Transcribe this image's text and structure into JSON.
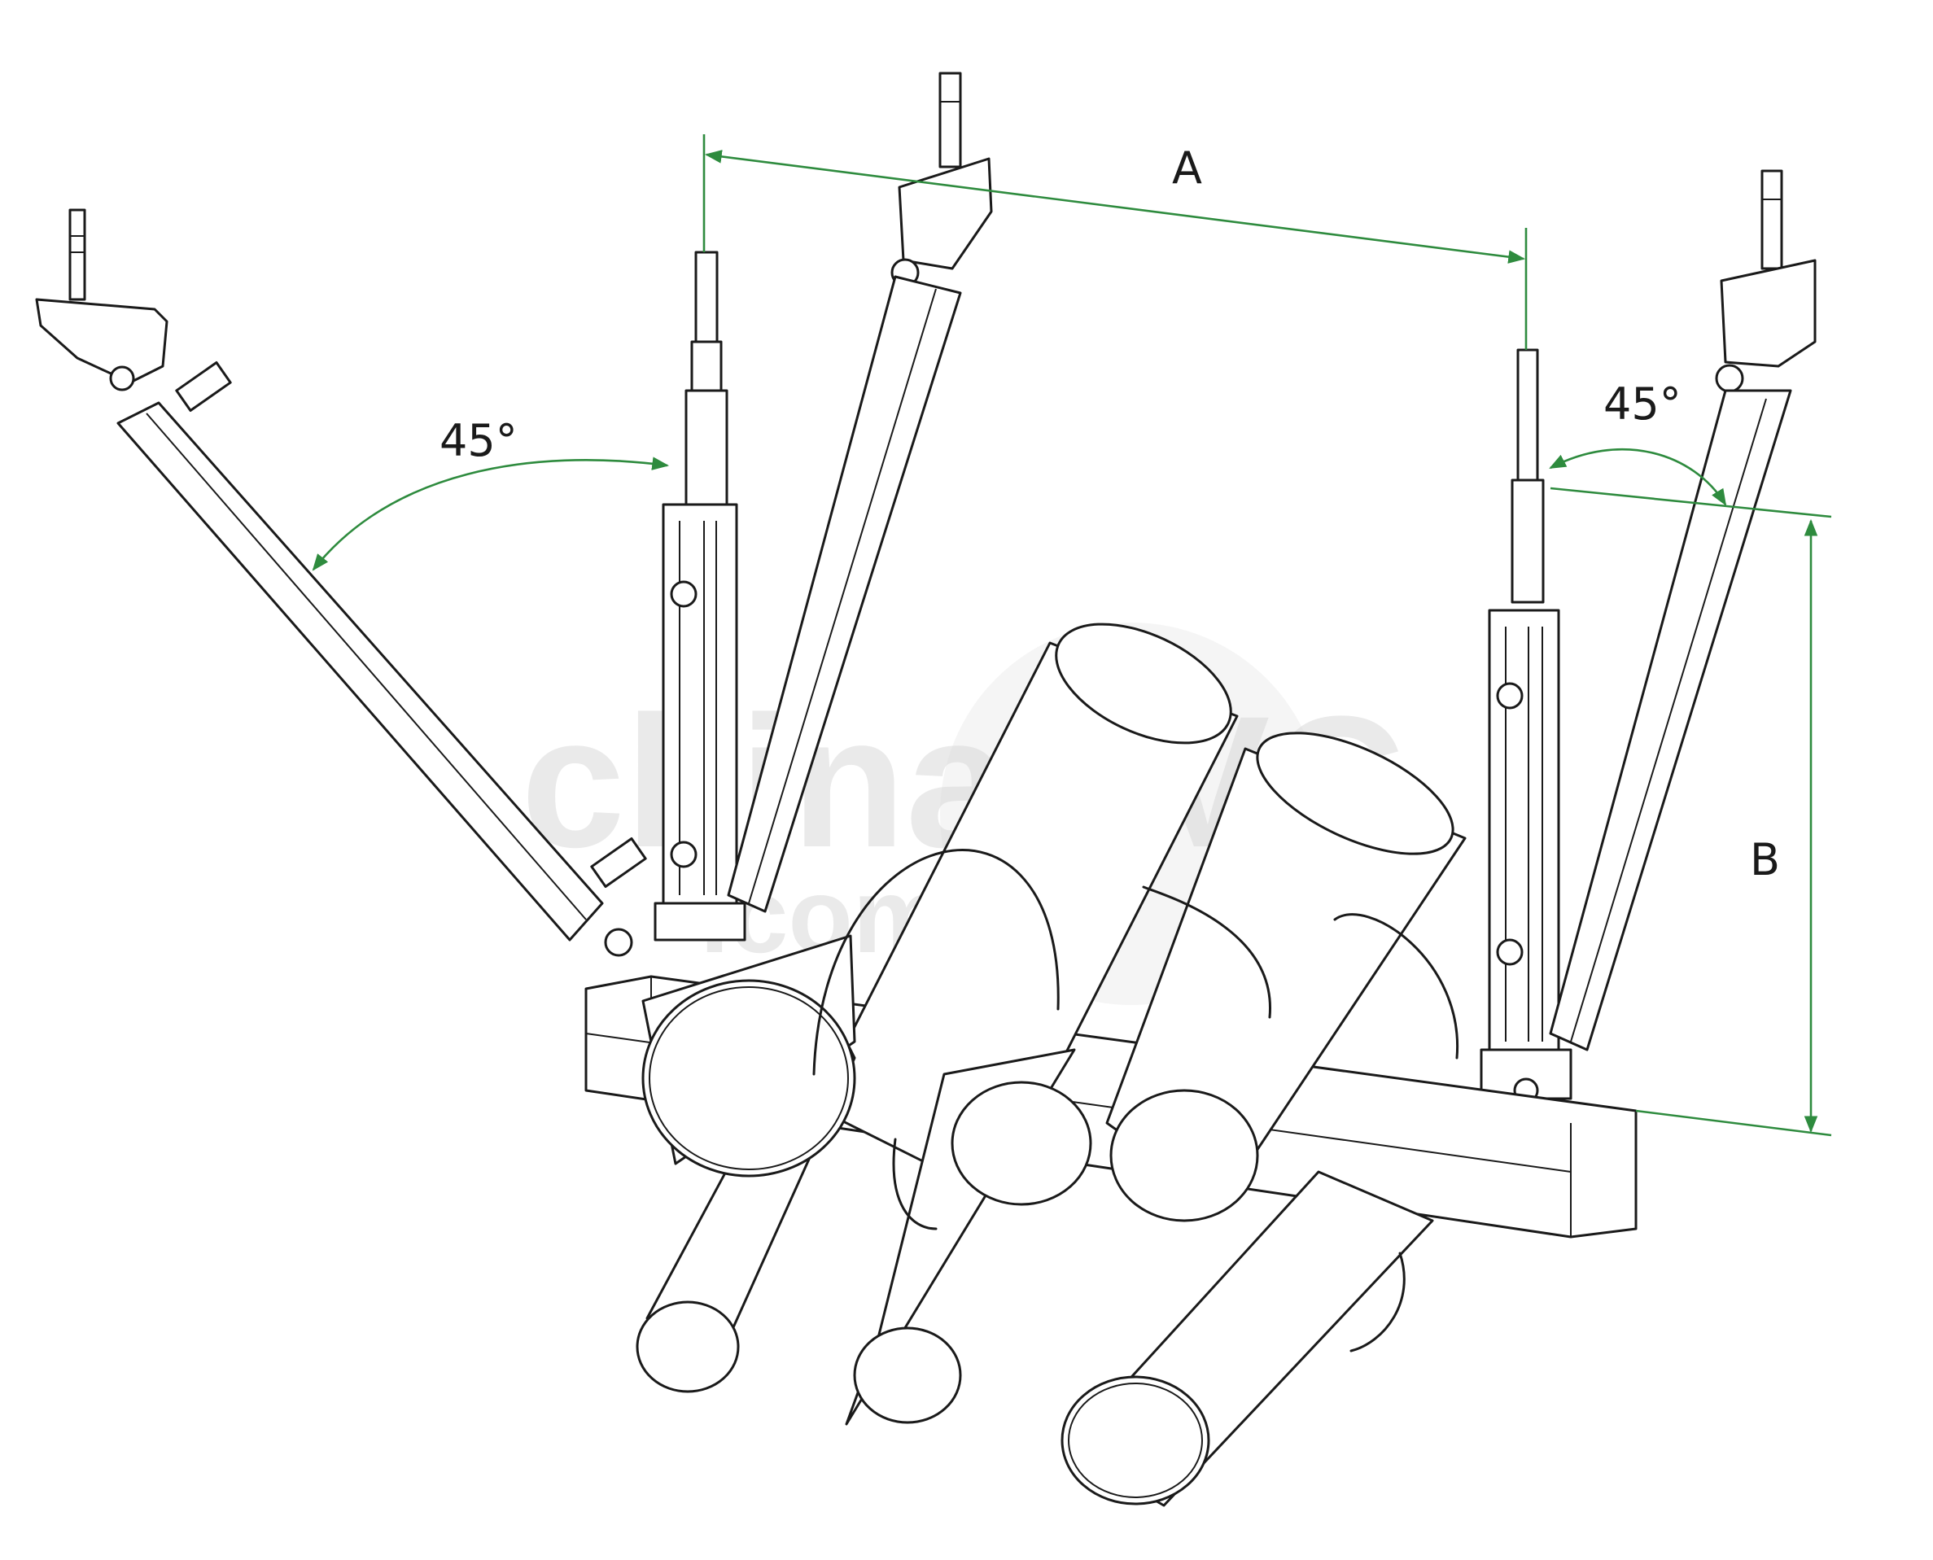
{
  "diagram": {
    "labels": {
      "dimension_a": "A",
      "dimension_b": "B",
      "angle_left": "45°",
      "angle_right": "45°"
    },
    "watermark": {
      "line1": "chinaNVC",
      "line2": ".com"
    },
    "colors": {
      "dimension_lines": "#2e8b3e",
      "outline": "#1a1a1a",
      "watermark": "#d9d9d9",
      "background": "#ffffff"
    },
    "components": [
      "threaded-rod-anchor",
      "hinge-bracket",
      "diagonal-brace",
      "vertical-channel",
      "horizontal-channel",
      "pipe-clamp",
      "pipe"
    ]
  }
}
